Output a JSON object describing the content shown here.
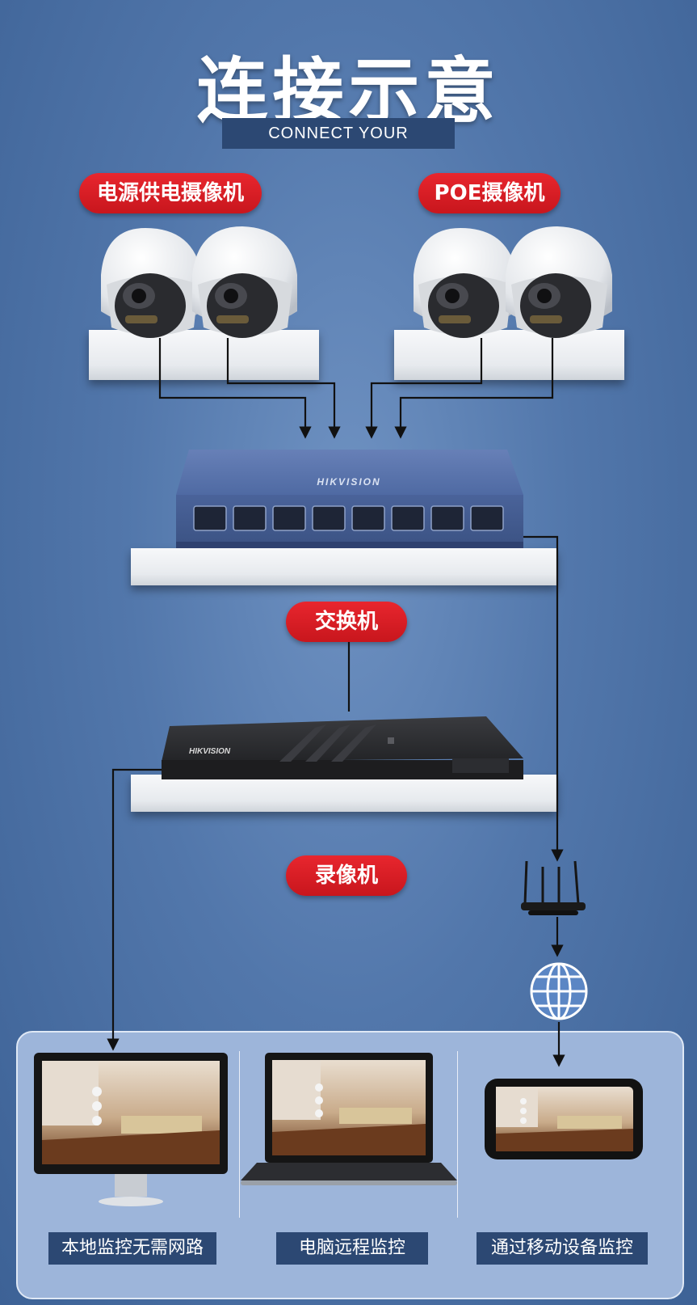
{
  "title": "连接示意",
  "subtitle": "CONNECT YOUR",
  "labels": {
    "power_camera": "电源供电摄像机",
    "poe_camera": "POE摄像机",
    "switch": "交换机",
    "nvr": "录像机"
  },
  "brand": {
    "switch_logo": "HIKVISION",
    "nvr_logo": "HIKVISION"
  },
  "captions": {
    "local": "本地监控无需网路",
    "pc": "电脑远程监控",
    "mobile": "通过移动设备监控"
  },
  "colors": {
    "accent_red": "#d71e26",
    "caption_navy": "#2c4873",
    "switch_blue": "#4f6aa3",
    "nvr_black": "#1d1d1f"
  },
  "icons": [
    "dome-camera-icon",
    "network-switch-icon",
    "nvr-icon",
    "router-icon",
    "globe-icon",
    "monitor-icon",
    "laptop-icon",
    "phone-icon"
  ]
}
